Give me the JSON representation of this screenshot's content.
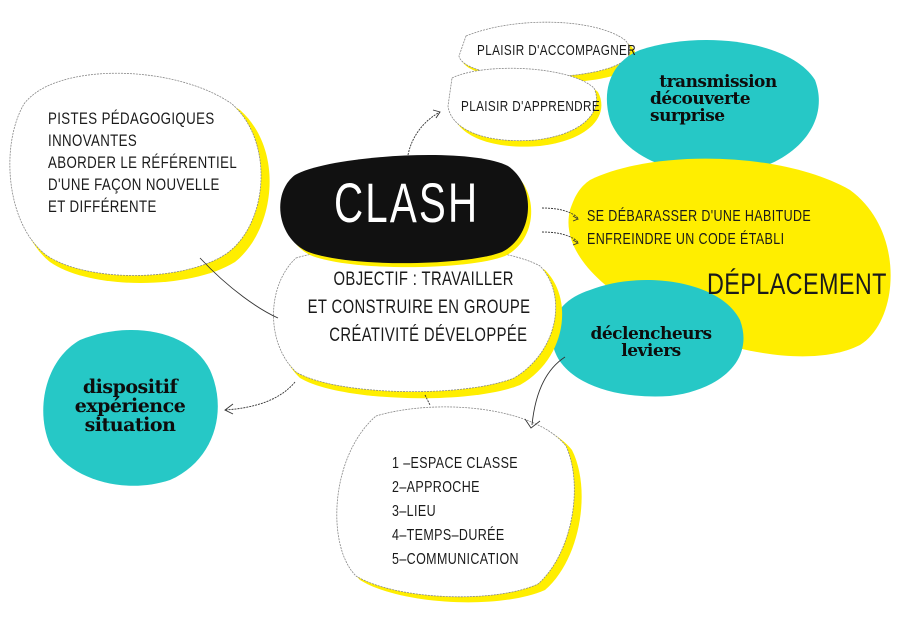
{
  "colors": {
    "teal": "#26c8c6",
    "yellow": "#ffee00",
    "black": "#111111",
    "white": "#ffffff"
  },
  "central": {
    "title": "CLASH",
    "objective_lines": [
      "OBJECTIF : TRAVAILLER",
      "ET CONSTRUIRE EN GROUPE",
      "CRÉATIVITÉ DÉVELOPPÉE"
    ]
  },
  "pistes": {
    "lines": [
      "PISTES PÉDAGOGIQUES",
      "INNOVANTES",
      "ABORDER LE RÉFÉRENTIEL",
      "D'UNE FAÇON NOUVELLE",
      "ET DIFFÉRENTE"
    ]
  },
  "plaisir": {
    "accompagner": "PLAISIR D'ACCOMPAGNER",
    "apprendre": "PLAISIR D'APPRENDRE"
  },
  "transmission": {
    "lines": [
      "transmission",
      "découverte",
      "surprise"
    ]
  },
  "deplacement": {
    "items": [
      "SE DÉBARASSER D'UNE HABITUDE",
      "ENFREINDRE UN CODE ÉTABLI"
    ],
    "title": "DÉPLACEMENT"
  },
  "declencheurs": {
    "lines": [
      "déclencheurs",
      "leviers"
    ]
  },
  "dispositif": {
    "lines": [
      "dispositif",
      "expérience",
      "situation"
    ]
  },
  "list": {
    "items": [
      "1 –ESPACE CLASSE",
      "2–APPROCHE",
      "3–LIEU",
      "4–TEMPS–DURÉE",
      "5–COMMUNICATION"
    ]
  }
}
